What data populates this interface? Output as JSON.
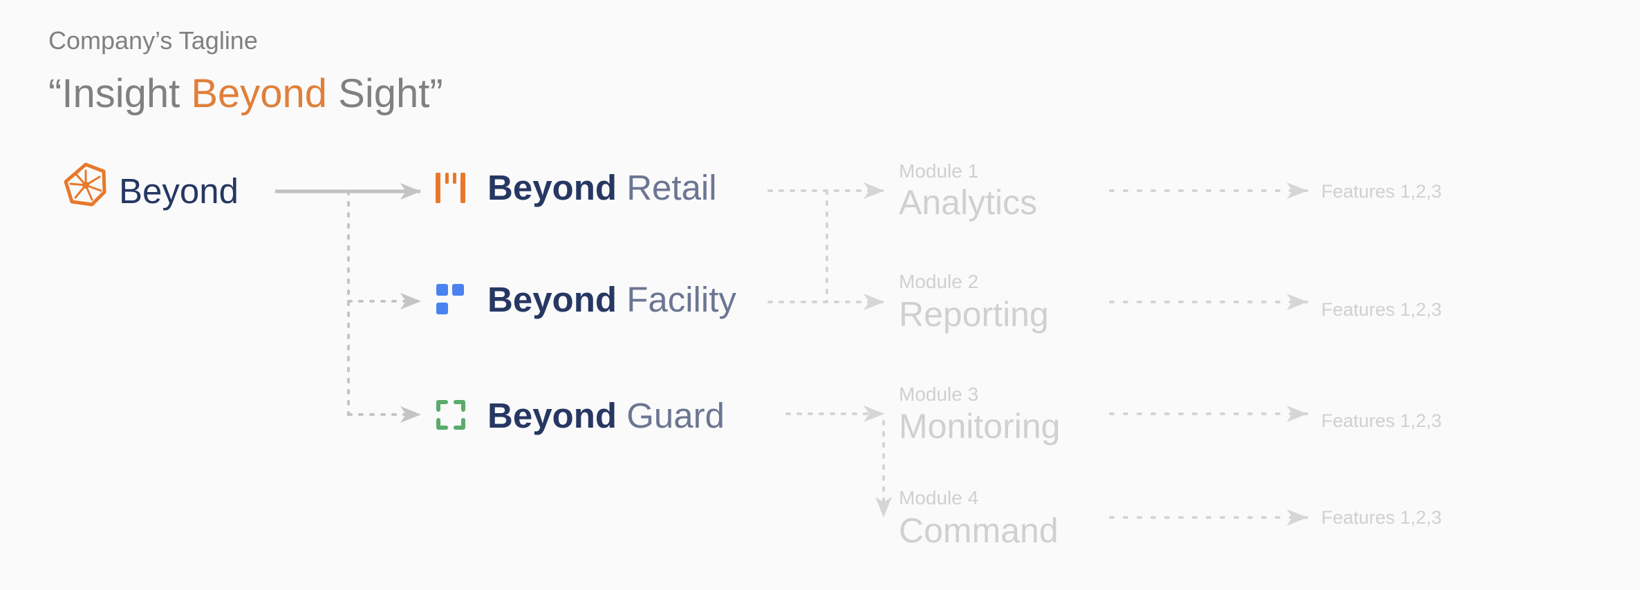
{
  "header": {
    "label": "Company’s Tagline",
    "quote_open": "“",
    "tagline_part1": "Insight ",
    "tagline_accent": "Beyond",
    "tagline_part2": " Sight",
    "quote_close": "”"
  },
  "root": {
    "label": "Beyond",
    "icon": "pentagon-logo-icon",
    "color": "#e8782a"
  },
  "products": [
    {
      "bold": "Beyond",
      "suffix": "Retail",
      "icon": "bars-icon",
      "color": "#e8782a"
    },
    {
      "bold": "Beyond",
      "suffix": "Facility",
      "icon": "squares-icon",
      "color": "#4a82f0"
    },
    {
      "bold": "Beyond",
      "suffix": "Guard",
      "icon": "bracket-frame-icon",
      "color": "#5aaa6a"
    }
  ],
  "modules": [
    {
      "number": "Module 1",
      "name": "Analytics",
      "features": "Features 1,2,3"
    },
    {
      "number": "Module 2",
      "name": "Reporting",
      "features": "Features 1,2,3"
    },
    {
      "number": "Module 3",
      "name": "Monitoring",
      "features": "Features 1,2,3"
    },
    {
      "number": "Module 4",
      "name": "Command",
      "features": "Features 1,2,3"
    }
  ]
}
